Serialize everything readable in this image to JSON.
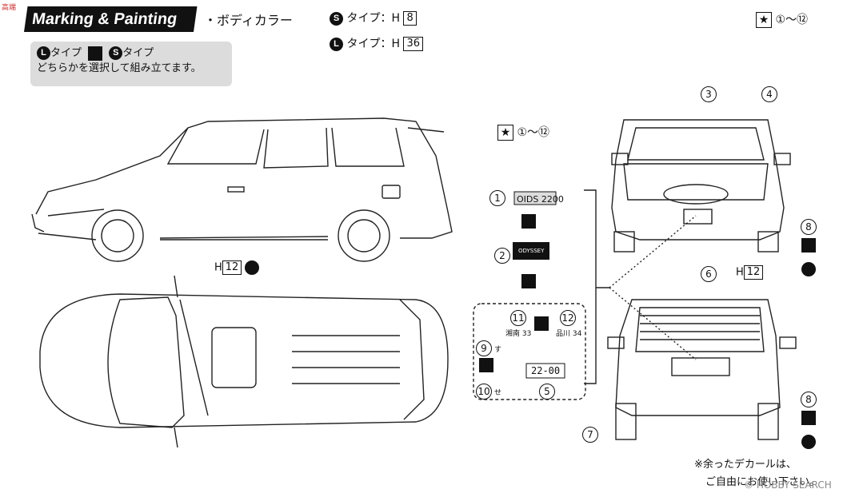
{
  "watermark_top": "高端",
  "title": "Marking & Painting",
  "body_color": {
    "label": "・ボディカラー",
    "s_type": {
      "badge": "S",
      "text": "タイプ：H",
      "code": "8"
    },
    "l_type": {
      "badge": "L",
      "text": "タイプ：H",
      "code": "36"
    }
  },
  "decal_range_top": "①～⑫",
  "note": {
    "line1_l": "L",
    "line1_text": "タイプ",
    "line1_s": "S",
    "line1_text2": "タイプ",
    "line2": "どちらかを選択して組み立てます。"
  },
  "decal_range_mid": "①～⑫",
  "side_paint": {
    "prefix": "H",
    "code": "12"
  },
  "front_paint": {
    "prefix": "H",
    "code": "12"
  },
  "callouts": {
    "n1": "1",
    "n2": "2",
    "n3": "3",
    "n4": "4",
    "n5": "5",
    "n6": "6",
    "n7": "7",
    "n8": "8",
    "n8b": "8",
    "n9": "9",
    "n10": "10",
    "n11": "11",
    "n12": "12"
  },
  "decal1_text": "OIDS 2200",
  "decal2_text": "ODYSSEY",
  "plate_11": "湘南 33",
  "plate_12": "品川 34",
  "plate_main": "22-00",
  "plate_9_kana": "す",
  "plate_10_kana": "せ",
  "footnote_line1": "※余ったデカールは、",
  "footnote_line2": "ご自由にお使い下さい。",
  "watermark_bottom": "© HOBBY SEARCH"
}
